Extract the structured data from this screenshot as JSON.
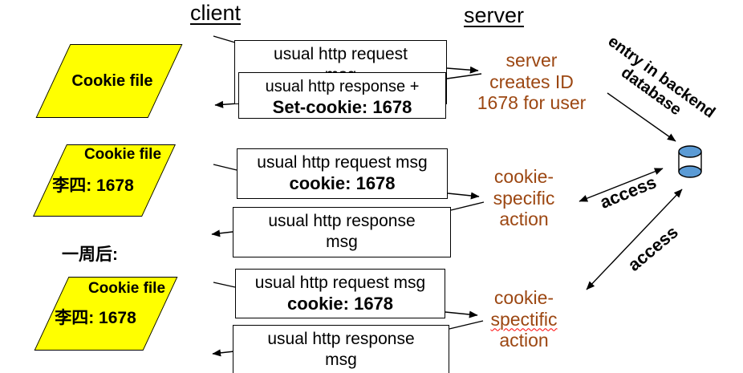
{
  "headers": {
    "client": "client",
    "server": "server"
  },
  "cookie_files": [
    {
      "title": "Cookie file",
      "entry": ""
    },
    {
      "title": "Cookie file",
      "entry": "李四: 1678"
    },
    {
      "title": "Cookie file",
      "entry": "李四: 1678"
    }
  ],
  "week_later_label": "一周后:",
  "exchanges": [
    {
      "request": {
        "line1": "usual http request",
        "line2": "msg"
      },
      "response": {
        "line1": "usual http response +",
        "line2": "Set-cookie: 1678"
      },
      "server_note": {
        "line1": "server",
        "line2": "creates ID",
        "line3": "1678 for user"
      }
    },
    {
      "request": {
        "line1": "usual http request msg",
        "line2": "cookie: 1678"
      },
      "response": {
        "line1": "usual http response",
        "line2": "msg"
      },
      "server_note": {
        "line1": "cookie-",
        "line2": "specific",
        "line3": "action"
      }
    },
    {
      "request": {
        "line1": "usual http request msg",
        "line2": "cookie: 1678"
      },
      "response": {
        "line1": "usual http response",
        "line2": "msg"
      },
      "server_note": {
        "line1": "cookie-",
        "line2": "spectific",
        "line3": "action"
      }
    }
  ],
  "database": {
    "icon": "database-cylinder-icon",
    "label_line1": "entry in backend",
    "label_line2": "database",
    "access_label_1": "access",
    "access_label_2": "access"
  },
  "colors": {
    "note_text": "#9C4712",
    "cookie_file_fill": "#FFFF00",
    "db_cylinder_fill": "#5B9BD5",
    "spellcheck_squiggle": "#FF0000",
    "arrow": "#000000"
  }
}
